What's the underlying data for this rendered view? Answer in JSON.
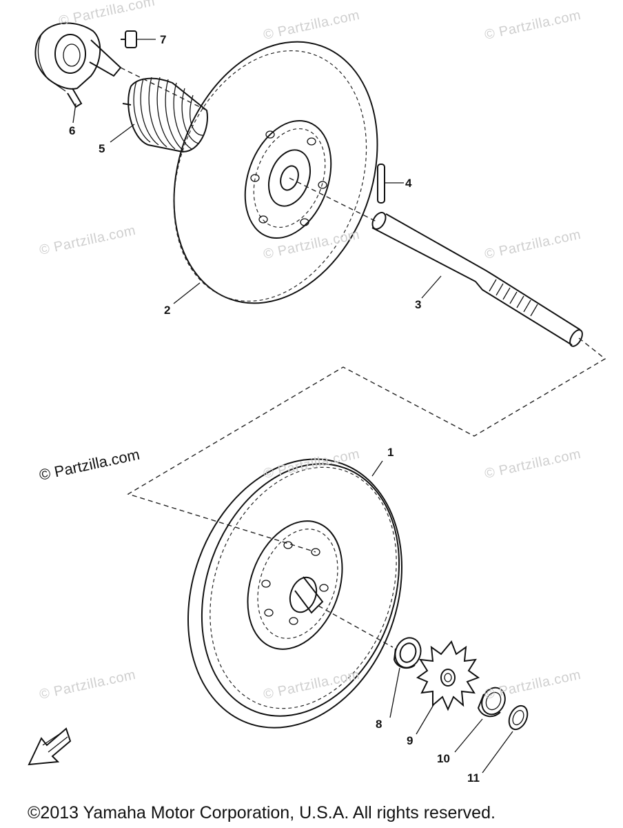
{
  "watermark": {
    "light_text": "© Partzilla.com",
    "dark_text": "© Partzilla.com"
  },
  "callouts": {
    "c1": "1",
    "c2": "2",
    "c3": "3",
    "c4": "4",
    "c5": "5",
    "c6": "6",
    "c7": "7",
    "c8": "8",
    "c9": "9",
    "c10": "10",
    "c11": "11"
  },
  "copyright": "©2013 Yamaha Motor Corporation, U.S.A. All rights reserved.",
  "colors": {
    "ink": "#111111",
    "watermark": "#cfcfcf",
    "background": "#ffffff"
  },
  "icons": [
    "front-arrow-icon"
  ]
}
